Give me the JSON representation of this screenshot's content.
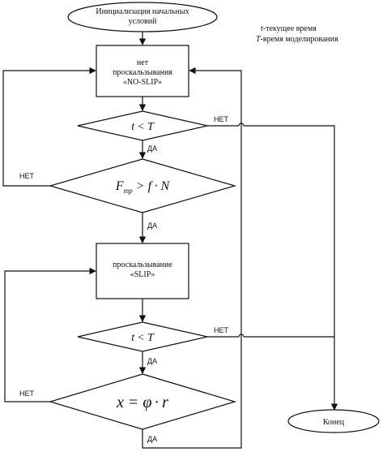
{
  "legend": {
    "t_symbol": "t",
    "t_desc": "-текущее время",
    "T_symbol": "T",
    "T_desc": "-время моделирования"
  },
  "start": {
    "line1": "Инициализация начальных",
    "line2": "условий"
  },
  "noslip_box": {
    "line1": "нет",
    "line2": "проскальзывания",
    "line3": "«NO-SLIP»"
  },
  "cond_time_1": {
    "t": "t",
    "op": "<",
    "T": "T"
  },
  "cond_friction": {
    "F": "F",
    "sub": "тр",
    "gt": ">",
    "f": "f",
    "dot": "·",
    "N": "N"
  },
  "slip_box": {
    "line1": "проскальзывание",
    "line2": "«SLIP»"
  },
  "cond_time_2": {
    "t": "t",
    "op": "<",
    "T": "T"
  },
  "cond_position": {
    "x": "x",
    "eq": "=",
    "phi": "φ",
    "dot": "·",
    "r": "r"
  },
  "end": {
    "label": "Конец"
  },
  "labels": {
    "yes": "ДА",
    "no": "НЕТ"
  },
  "colors": {
    "stroke": "#111111",
    "background": "#ffffff"
  }
}
